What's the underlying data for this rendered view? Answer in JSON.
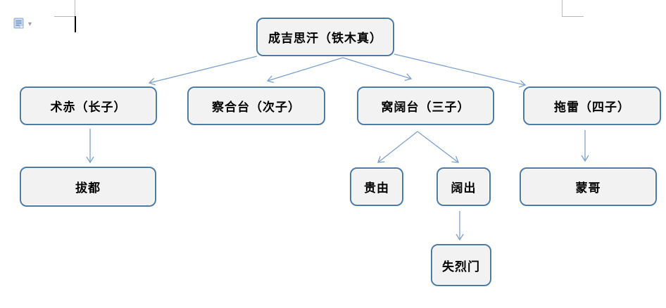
{
  "editor": {
    "paste_options": {
      "icon": "paste-options-icon",
      "dropdown_glyph": "▾"
    }
  },
  "diagram": {
    "type": "tree",
    "colors": {
      "node_border": "#4d7ba8",
      "node_fill": "#f2f2f2",
      "connector": "#7ca1cf",
      "text": "#000000"
    },
    "nodes": {
      "root": {
        "label": "成吉思汗（铁木真）"
      },
      "jochi": {
        "label": "术赤（长子）"
      },
      "chagatai": {
        "label": "察合台（次子）"
      },
      "ogedei": {
        "label": "窝阔台（三子）"
      },
      "tolui": {
        "label": "拖雷（四子）"
      },
      "batu": {
        "label": "拔都"
      },
      "guyuk": {
        "label": "贵由"
      },
      "kochu": {
        "label": "阔出"
      },
      "mongke": {
        "label": "蒙哥"
      },
      "shiremun": {
        "label": "失烈门"
      }
    },
    "edges": [
      {
        "from": "root",
        "to": "jochi"
      },
      {
        "from": "root",
        "to": "chagatai"
      },
      {
        "from": "root",
        "to": "ogedei"
      },
      {
        "from": "root",
        "to": "tolui"
      },
      {
        "from": "jochi",
        "to": "batu"
      },
      {
        "from": "ogedei",
        "to": "guyuk"
      },
      {
        "from": "ogedei",
        "to": "kochu"
      },
      {
        "from": "tolui",
        "to": "mongke"
      },
      {
        "from": "kochu",
        "to": "shiremun"
      }
    ]
  }
}
